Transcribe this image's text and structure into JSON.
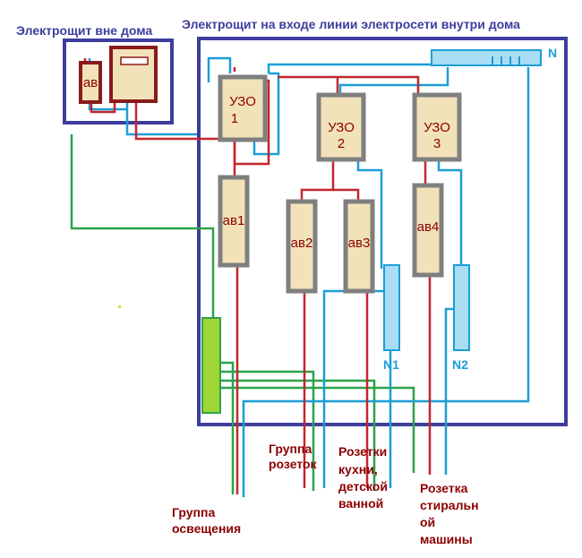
{
  "titles": {
    "outside": "Электрощит вне дома",
    "inside": "Электрощит на входе линии электросети внутри дома"
  },
  "devices": {
    "outside_breaker": "ав",
    "rcd1_a": "УЗО",
    "rcd1_b": "1",
    "rcd2_a": "УЗО",
    "rcd2_b": "2",
    "rcd3_a": "УЗО",
    "rcd3_b": "3",
    "breaker1": "ав1",
    "breaker2": "ав2",
    "breaker3": "ав3",
    "breaker4": "ав4"
  },
  "buses": {
    "main_n": "N",
    "n1": "N1",
    "n2": "N2"
  },
  "captions": {
    "lighting": [
      "Группа",
      "освещения"
    ],
    "sockets": [
      "Группа",
      "розеток"
    ],
    "kitchen": [
      "Розетки",
      "кухни,",
      "детской",
      "ванной"
    ],
    "washer": [
      "Розетка",
      "стиральн",
      "ой",
      "машины"
    ]
  },
  "colors": {
    "panel_border": "#3d3d9e",
    "device_border": "#7f7f7f",
    "device_fill": "#f2e2b9",
    "device_text": "#8b0000",
    "phase_wire": "#c4262e",
    "neutral_wire": "#1c9ed6",
    "ground_wire": "#2ca34a",
    "neutral_bus_fill": "#a9ddf3",
    "ground_bus_fill": "#9fd635",
    "meter_border": "#8b1a1a",
    "title_text": "#3d3d9e",
    "caption_text": "#8b0000"
  }
}
